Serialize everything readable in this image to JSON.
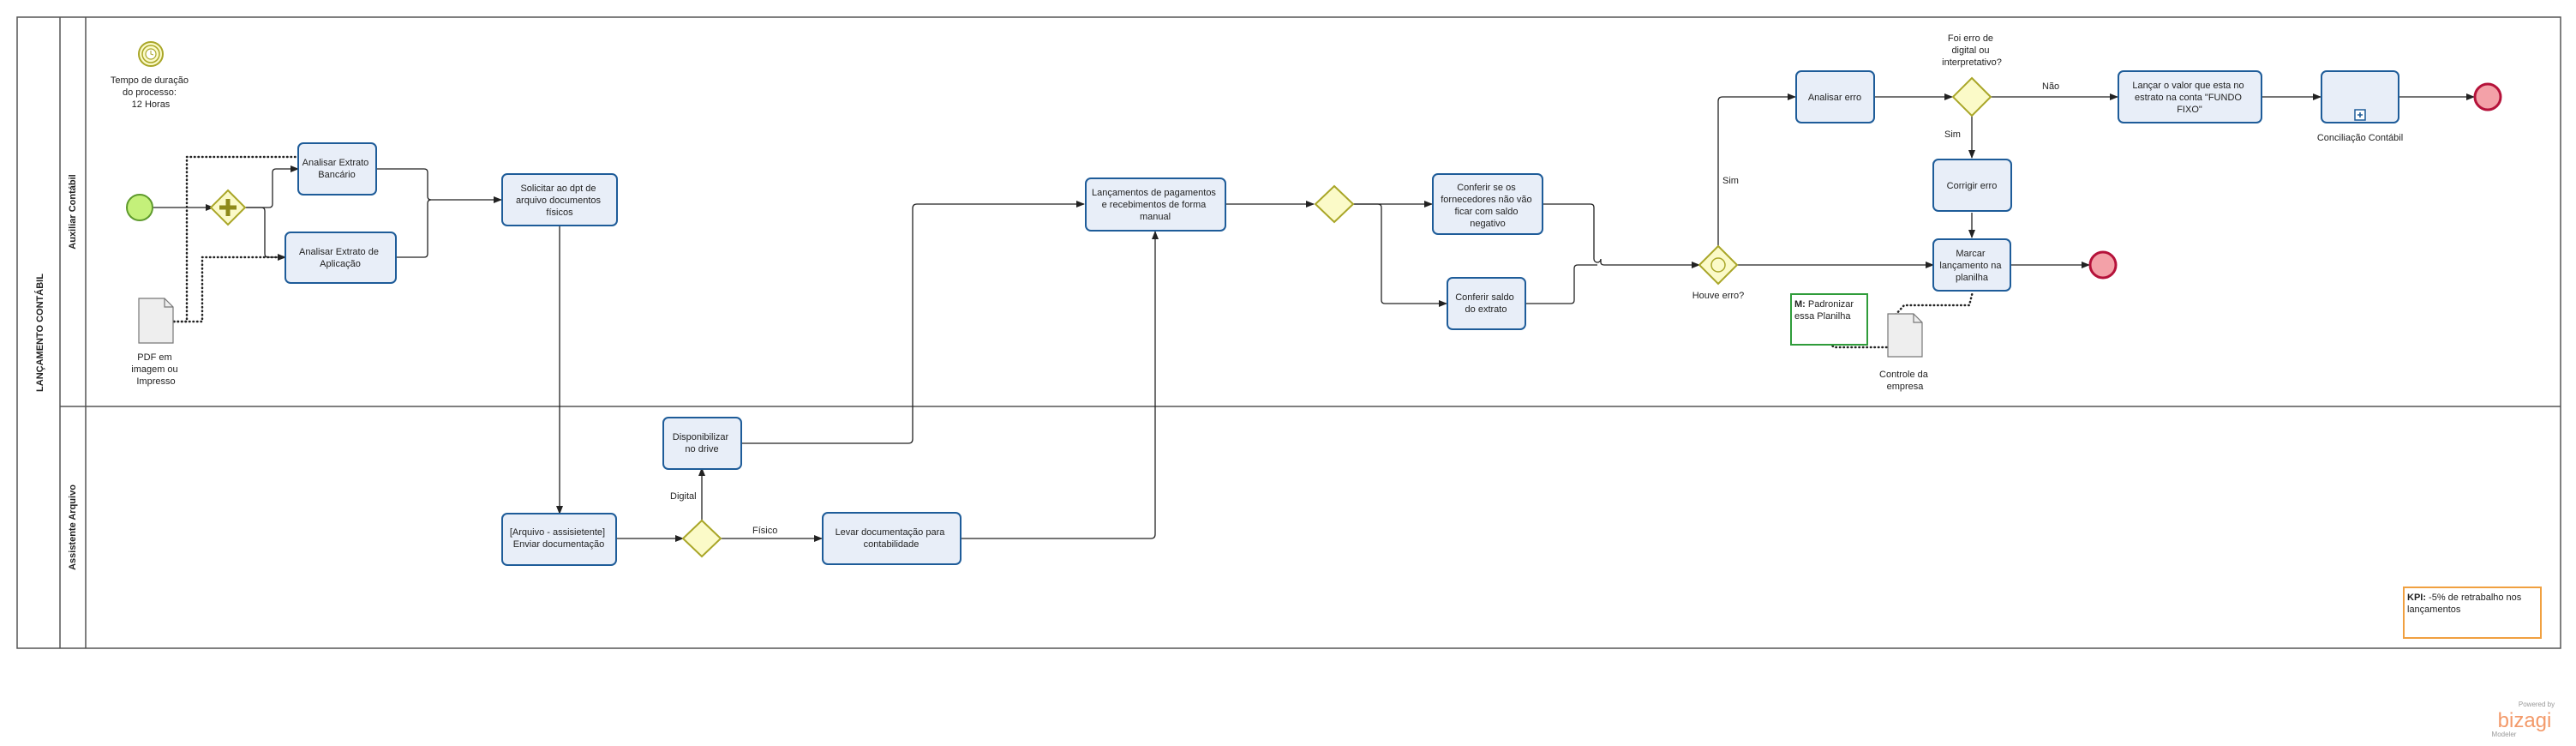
{
  "pool": {
    "name": "LANÇAMENTO CONTÁBIL"
  },
  "lanes": {
    "auxiliar": "Auxiliar Contábil",
    "arquivo": "Assistente Arquivo"
  },
  "timer_note": [
    "Tempo de duração",
    "do processo:",
    "12 Horas"
  ],
  "tasks": {
    "analisar_extrato_bancario": [
      "Analisar Extrato",
      "Bancário"
    ],
    "analisar_extrato_aplicacao": [
      "Analisar Extrato de",
      "Aplicação"
    ],
    "solicitar_dpt": [
      "Solicitar ao dpt de",
      "arquivo documentos",
      "físicos"
    ],
    "lancamentos": [
      "Lançamentos de pagamentos",
      "e recebimentos de forma",
      "manual"
    ],
    "conferir_fornecedores": [
      "Conferir se os",
      "fornecedores não vão",
      "ficar com saldo",
      "negativo"
    ],
    "conferir_saldo": [
      "Conferir saldo",
      "do extrato"
    ],
    "analisar_erro": [
      "Analisar erro"
    ],
    "corrigir_erro": [
      "Corrigir erro"
    ],
    "marcar_lancamento": [
      "Marcar",
      "lançamento na",
      "planilha"
    ],
    "lancar_valor": [
      "Lançar o valor que esta no",
      "estrato na conta \"FUNDO",
      "FIXO\""
    ],
    "conciliacao": [
      "Conciliação Contábil"
    ],
    "disponibilizar": [
      "Disponibilizar",
      "no drive"
    ],
    "enviar_documentacao": [
      "[Arquivo - assisietente]",
      "Enviar documentação"
    ],
    "levar_documentacao": [
      "Levar documentação para",
      "contabilidade"
    ]
  },
  "data_objects": {
    "pdf": [
      "PDF em",
      "imagem ou",
      "Impresso"
    ],
    "controle": [
      "Controle da",
      "empresa"
    ]
  },
  "gateways": {
    "houve_erro": [
      "Houve erro?"
    ],
    "foi_erro": [
      "Foi erro de",
      "digital ou",
      "interpretativo?"
    ]
  },
  "flow_labels": {
    "sim_top": "Sim",
    "sim_corrigir": "Sim",
    "nao": "Não",
    "digital": "Digital",
    "fisico": "Físico"
  },
  "annotations": {
    "padronizar": {
      "bold": "M:",
      "lines": [
        " Padronizar",
        "essa Planilha"
      ]
    },
    "kpi": {
      "bold": "KPI:",
      "lines": [
        " -5% de retrabalho nos",
        "lançamentos"
      ]
    }
  },
  "branding": {
    "powered": "Powered by",
    "logo": "bizagi",
    "sub": "Modeler"
  },
  "colors": {
    "task_fill": "#e8eef8",
    "task_stroke": "#1e5c99",
    "gateway_fill": "#fbfac8",
    "gateway_stroke": "#a9a628",
    "start_fill": "#c4f07a",
    "start_stroke": "#5e9a2c",
    "end_fill": "#f3a1a8",
    "end_stroke": "#b5123a",
    "annotation_green": "#2f9c3a",
    "annotation_orange": "#f0a040",
    "brand": "#f39a6a"
  }
}
